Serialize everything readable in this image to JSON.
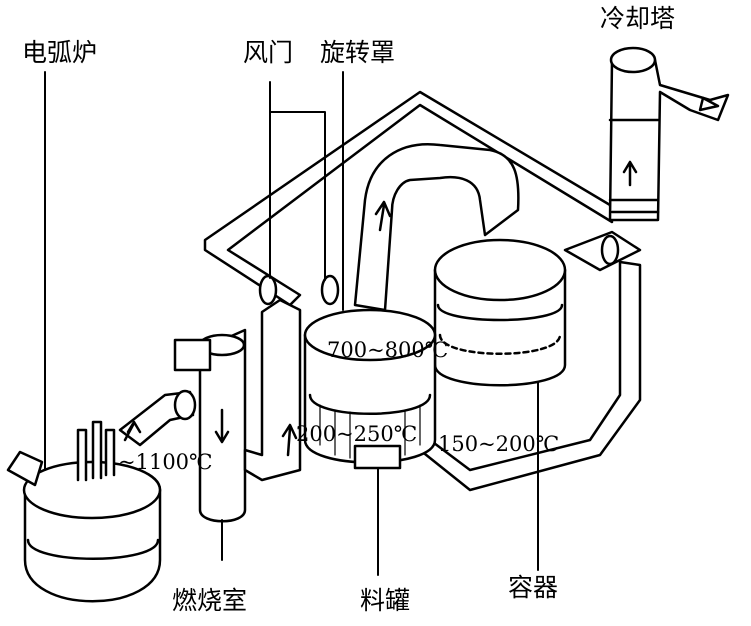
{
  "labels": {
    "arc_furnace": "电弧炉",
    "damper": "风门",
    "rotating_hood": "旋转罩",
    "cooling_tower": "冷却塔",
    "combustion_chamber": "燃烧室",
    "charging_bucket": "料罐",
    "vessel": "容器"
  },
  "temperatures": {
    "t1100": "~1100℃",
    "t700": "700~800℃",
    "t200": "200~250℃",
    "t150": "150~200℃"
  },
  "colors": {
    "line": "#000000",
    "background": "#ffffff"
  }
}
